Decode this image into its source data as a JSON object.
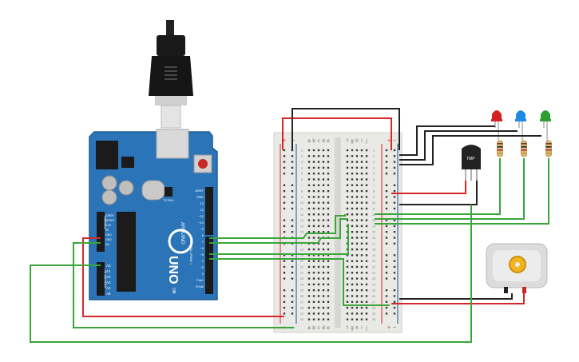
{
  "usb": {
    "label": ""
  },
  "arduino": {
    "brand_logo_text": "ARDUINO",
    "model": "UNO",
    "on_label": "ON",
    "tx_label": "TX",
    "rx_label": "RX",
    "l_label": "L",
    "power_header_labels": [
      "IOREF",
      "RESET",
      "3.3V",
      "5V",
      "GND",
      "GND",
      "Vin"
    ],
    "power_title": "POWER",
    "analog_labels": [
      "A0",
      "A1",
      "A2",
      "A3",
      "A4",
      "A5"
    ],
    "analog_title": "ANALOG IN",
    "digital_labels": [
      "AREF",
      "GND",
      "13",
      "12",
      "~11",
      "~10",
      "~9",
      "8",
      "7",
      "~6",
      "~5",
      "4",
      "~3",
      "2",
      "TX▸1",
      "RX◂0"
    ],
    "digital_title": "DIGITAL (PWM~)"
  },
  "breadboard": {
    "column_labels_left": [
      "a",
      "b",
      "c",
      "d",
      "e"
    ],
    "column_labels_right": [
      "f",
      "g",
      "h",
      "i",
      "j"
    ],
    "plus": "+",
    "minus": "−",
    "row_count": 30
  },
  "sensor": {
    "label": "TMP"
  },
  "leds": [
    {
      "name": "red-led",
      "color": "#d32020"
    },
    {
      "name": "blue-led",
      "color": "#1e88e5"
    },
    {
      "name": "green-led",
      "color": "#2e9e2e"
    }
  ],
  "motor": {
    "label": ""
  },
  "colors": {
    "wire_red": "#d62728",
    "wire_black": "#222222",
    "wire_green": "#3aa63a",
    "board_blue": "#2b74b8",
    "breadboard": "#e9e9e6"
  }
}
